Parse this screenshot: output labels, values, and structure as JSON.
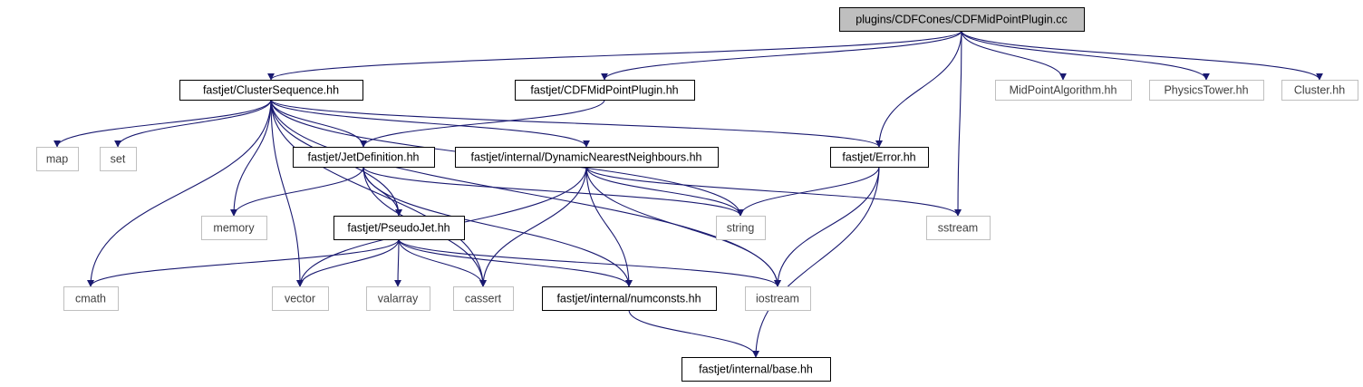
{
  "graph": {
    "edge_color": "#191970",
    "root_fill": "#bfbfbf",
    "external_border": "#bfbfbf",
    "nodes": [
      {
        "id": "root",
        "label": "plugins/CDFCones/CDFMidPointPlugin.cc",
        "kind": "root"
      },
      {
        "id": "cs",
        "label": "fastjet/ClusterSequence.hh",
        "kind": "local"
      },
      {
        "id": "cdfmp",
        "label": "fastjet/CDFMidPointPlugin.hh",
        "kind": "local"
      },
      {
        "id": "mpa",
        "label": "MidPointAlgorithm.hh",
        "kind": "external"
      },
      {
        "id": "pt",
        "label": "PhysicsTower.hh",
        "kind": "external"
      },
      {
        "id": "cl",
        "label": "Cluster.hh",
        "kind": "external"
      },
      {
        "id": "map",
        "label": "map",
        "kind": "external"
      },
      {
        "id": "set",
        "label": "set",
        "kind": "external"
      },
      {
        "id": "jd",
        "label": "fastjet/JetDefinition.hh",
        "kind": "local"
      },
      {
        "id": "dnn",
        "label": "fastjet/internal/DynamicNearestNeighbours.hh",
        "kind": "local"
      },
      {
        "id": "err",
        "label": "fastjet/Error.hh",
        "kind": "local"
      },
      {
        "id": "memory",
        "label": "memory",
        "kind": "external"
      },
      {
        "id": "pj",
        "label": "fastjet/PseudoJet.hh",
        "kind": "local"
      },
      {
        "id": "string",
        "label": "string",
        "kind": "external"
      },
      {
        "id": "sstream",
        "label": "sstream",
        "kind": "external"
      },
      {
        "id": "cmath",
        "label": "cmath",
        "kind": "external"
      },
      {
        "id": "vector",
        "label": "vector",
        "kind": "external"
      },
      {
        "id": "valarray",
        "label": "valarray",
        "kind": "external"
      },
      {
        "id": "cassert",
        "label": "cassert",
        "kind": "external"
      },
      {
        "id": "numc",
        "label": "fastjet/internal/numconsts.hh",
        "kind": "local"
      },
      {
        "id": "iostream",
        "label": "iostream",
        "kind": "external"
      },
      {
        "id": "base",
        "label": "fastjet/internal/base.hh",
        "kind": "local"
      }
    ],
    "edges": [
      [
        "root",
        "cs"
      ],
      [
        "root",
        "cdfmp"
      ],
      [
        "root",
        "err"
      ],
      [
        "root",
        "sstream"
      ],
      [
        "root",
        "mpa"
      ],
      [
        "root",
        "pt"
      ],
      [
        "root",
        "cl"
      ],
      [
        "cs",
        "map"
      ],
      [
        "cs",
        "set"
      ],
      [
        "cs",
        "cmath"
      ],
      [
        "cs",
        "vector"
      ],
      [
        "cs",
        "memory"
      ],
      [
        "cs",
        "pj"
      ],
      [
        "cs",
        "cassert"
      ],
      [
        "cs",
        "jd"
      ],
      [
        "cs",
        "dnn"
      ],
      [
        "cs",
        "string"
      ],
      [
        "cs",
        "iostream"
      ],
      [
        "cs",
        "err"
      ],
      [
        "cdfmp",
        "jd"
      ],
      [
        "jd",
        "memory"
      ],
      [
        "jd",
        "pj"
      ],
      [
        "jd",
        "string"
      ],
      [
        "jd",
        "cassert"
      ],
      [
        "jd",
        "numc"
      ],
      [
        "dnn",
        "vector"
      ],
      [
        "dnn",
        "cassert"
      ],
      [
        "dnn",
        "numc"
      ],
      [
        "dnn",
        "string"
      ],
      [
        "dnn",
        "iostream"
      ],
      [
        "dnn",
        "sstream"
      ],
      [
        "err",
        "string"
      ],
      [
        "err",
        "iostream"
      ],
      [
        "err",
        "base"
      ],
      [
        "pj",
        "cmath"
      ],
      [
        "pj",
        "vector"
      ],
      [
        "pj",
        "valarray"
      ],
      [
        "pj",
        "cassert"
      ],
      [
        "pj",
        "numc"
      ],
      [
        "pj",
        "iostream"
      ],
      [
        "numc",
        "base"
      ]
    ]
  }
}
